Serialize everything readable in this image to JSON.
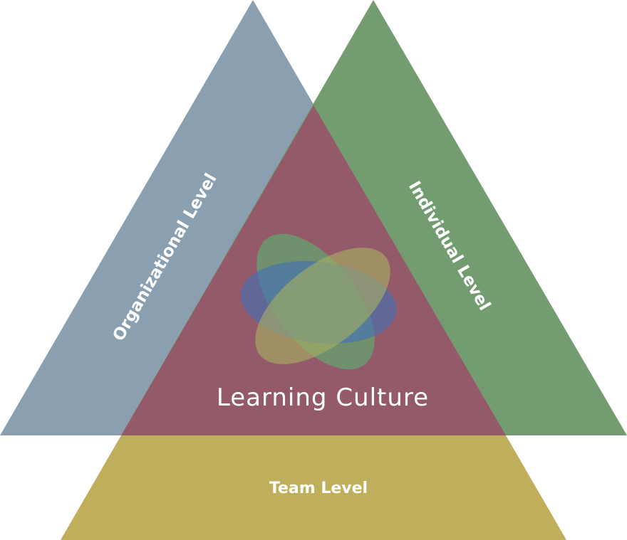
{
  "diagram": {
    "organizational_label": "Organizational Level",
    "individual_label": "Individual Level",
    "team_label": "Team Level",
    "center_label": "Learning Culture"
  },
  "colors": {
    "organizational": "#8aa0b0",
    "individual": "#739c70",
    "center": "#945a69",
    "team": "#bfae5c",
    "ellipse_blue": "#3d6fb0",
    "ellipse_green": "#6fa878",
    "ellipse_yellow": "#b8b060"
  }
}
